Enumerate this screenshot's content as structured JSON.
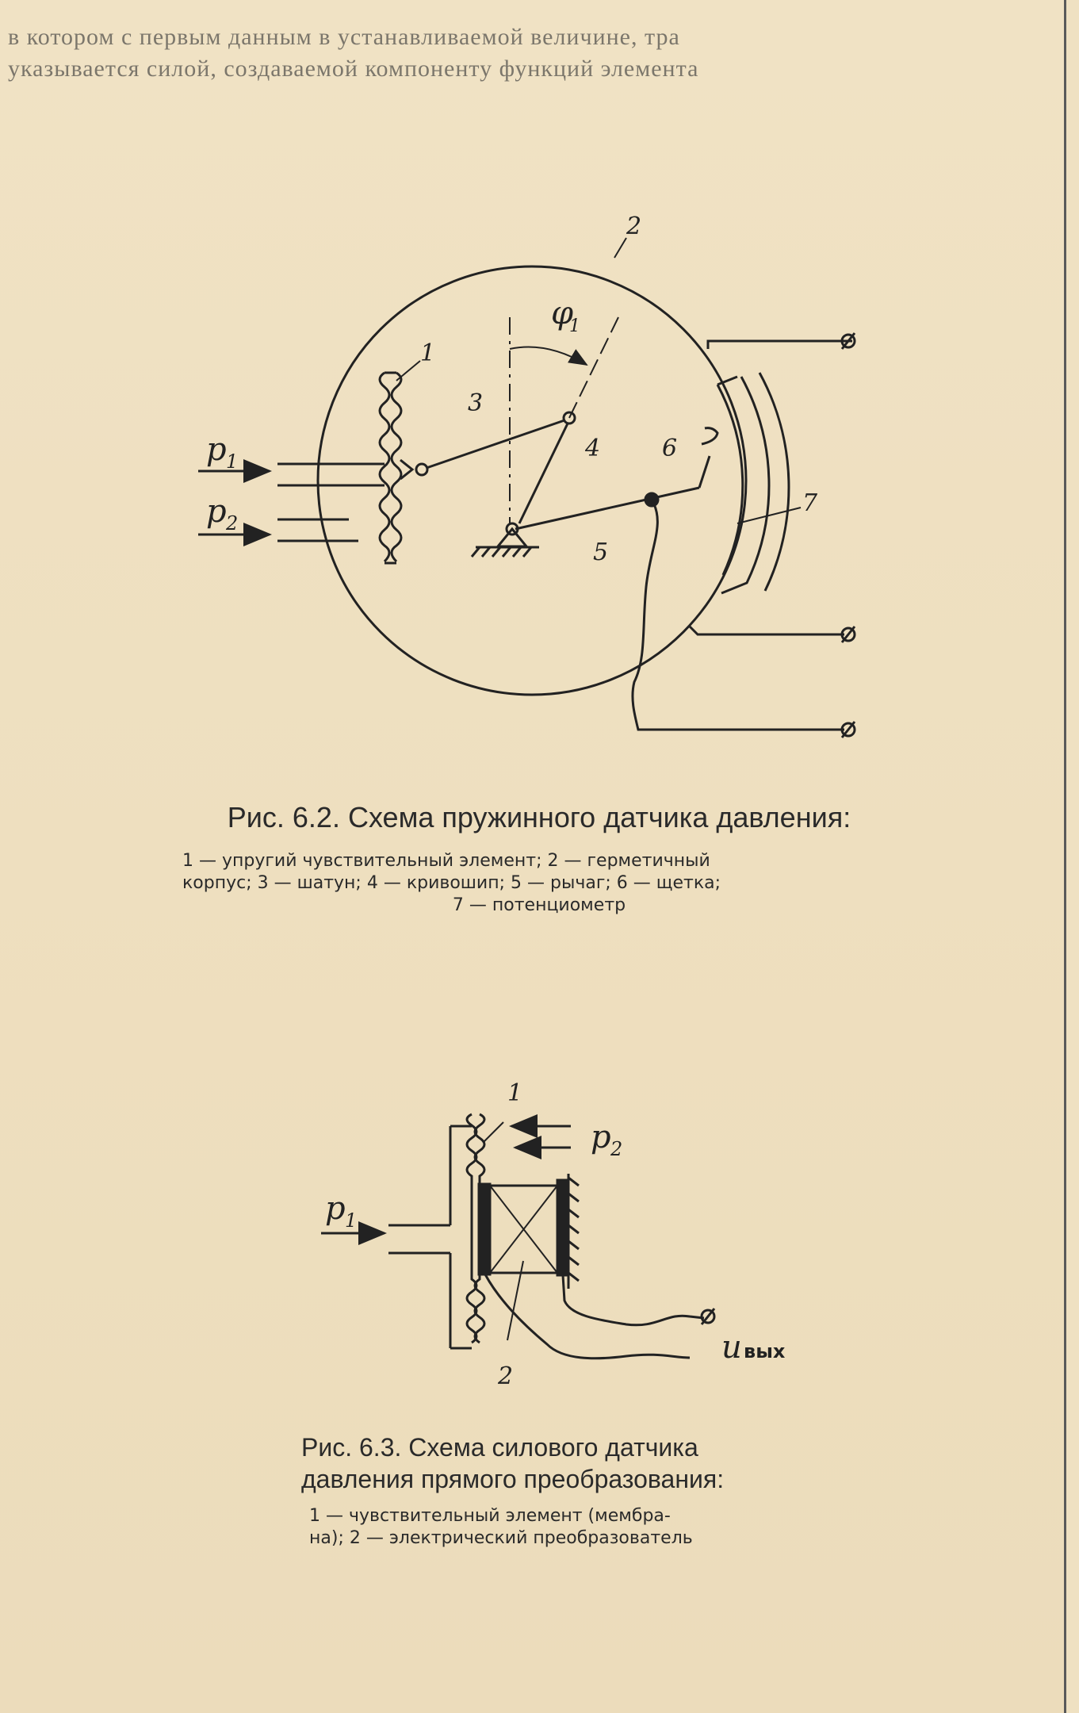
{
  "page": {
    "top_text": [
      "в котором с первым данным в устанавливаемой величине, тра",
      "указывается силой, создаваемой компоненту функций элемента"
    ]
  },
  "figure1": {
    "caption_title": "Рис. 6.2. Схема пружинного датчика давления:",
    "legend_line1": "1 — упругий чувствительный элемент; 2 — герметичный",
    "legend_line2": "корпус; 3 — шатун; 4 — кривошип; 5 — рычаг; 6 — щетка;",
    "legend_line3": "7 — потенциометр",
    "labels": {
      "p1": "p",
      "p1_sub": "1",
      "p2": "p",
      "p2_sub": "2",
      "phi": "φ",
      "phi_sub": "1",
      "n1": "1",
      "n2": "2",
      "n3": "3",
      "n4": "4",
      "n5": "5",
      "n6": "6",
      "n7": "7"
    }
  },
  "figure2": {
    "caption_title_line1": "Рис. 6.3. Схема силового датчика",
    "caption_title_line2": "давления прямого преобразования:",
    "legend_line1": "1 — чувствительный элемент (мембра-",
    "legend_line2": "на); 2 — электрический преобразователь",
    "labels": {
      "p1": "p",
      "p1_sub": "1",
      "p2": "p",
      "p2_sub": "2",
      "u": "u",
      "u_sub": "вых",
      "n1": "1",
      "n2": "2"
    }
  }
}
